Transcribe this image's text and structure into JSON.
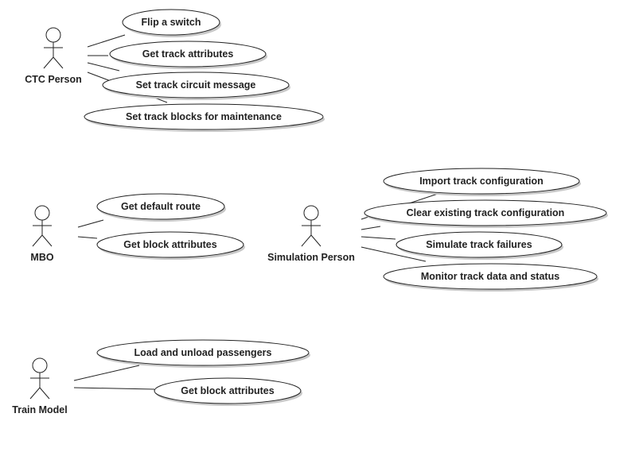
{
  "actors": [
    {
      "id": "ctc",
      "name": "CTC Person"
    },
    {
      "id": "mbo",
      "name": "MBO"
    },
    {
      "id": "sim",
      "name": "Simulation Person"
    },
    {
      "id": "train",
      "name": "Train Model"
    }
  ],
  "use_cases": [
    {
      "id": "uc1",
      "actor": "ctc",
      "label": "Flip a switch"
    },
    {
      "id": "uc2",
      "actor": "ctc",
      "label": "Get track attributes"
    },
    {
      "id": "uc3",
      "actor": "ctc",
      "label": "Set track circuit message"
    },
    {
      "id": "uc4",
      "actor": "ctc",
      "label": "Set track blocks for maintenance"
    },
    {
      "id": "uc5",
      "actor": "mbo",
      "label": "Get default route"
    },
    {
      "id": "uc6",
      "actor": "mbo",
      "label": "Get block attributes"
    },
    {
      "id": "uc7",
      "actor": "sim",
      "label": "Import track configuration"
    },
    {
      "id": "uc8",
      "actor": "sim",
      "label": "Clear existing track configuration"
    },
    {
      "id": "uc9",
      "actor": "sim",
      "label": "Simulate track failures"
    },
    {
      "id": "uc10",
      "actor": "sim",
      "label": "Monitor track data and status"
    },
    {
      "id": "uc11",
      "actor": "train",
      "label": "Load and unload passengers"
    },
    {
      "id": "uc12",
      "actor": "train",
      "label": "Get block attributes"
    }
  ]
}
